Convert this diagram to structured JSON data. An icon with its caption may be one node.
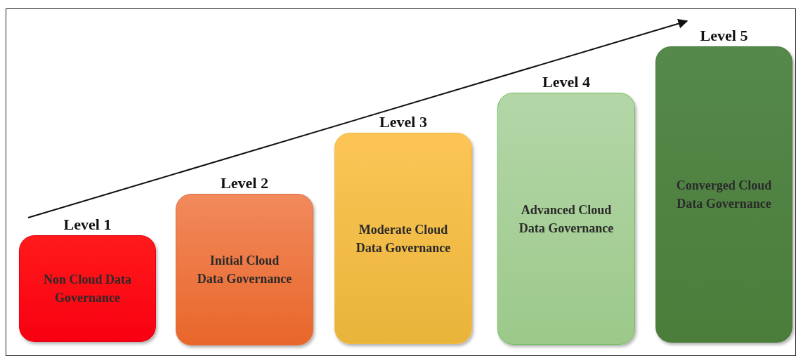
{
  "diagram": {
    "nodes": [
      {
        "text": [
          "Level 1",
          "Non Cloud Data Governance"
        ]
      },
      {
        "text": [
          "Level 2",
          "Initial Cloud Data Governance"
        ]
      },
      {
        "text": [
          "Level 3",
          "Moderate Cloud Data Governance"
        ]
      },
      {
        "text": [
          "Level 4",
          "Advanced Cloud Data Governance"
        ]
      },
      {
        "text": [
          "Level 5",
          "Converged Cloud Data Governance"
        ]
      }
    ]
  }
}
